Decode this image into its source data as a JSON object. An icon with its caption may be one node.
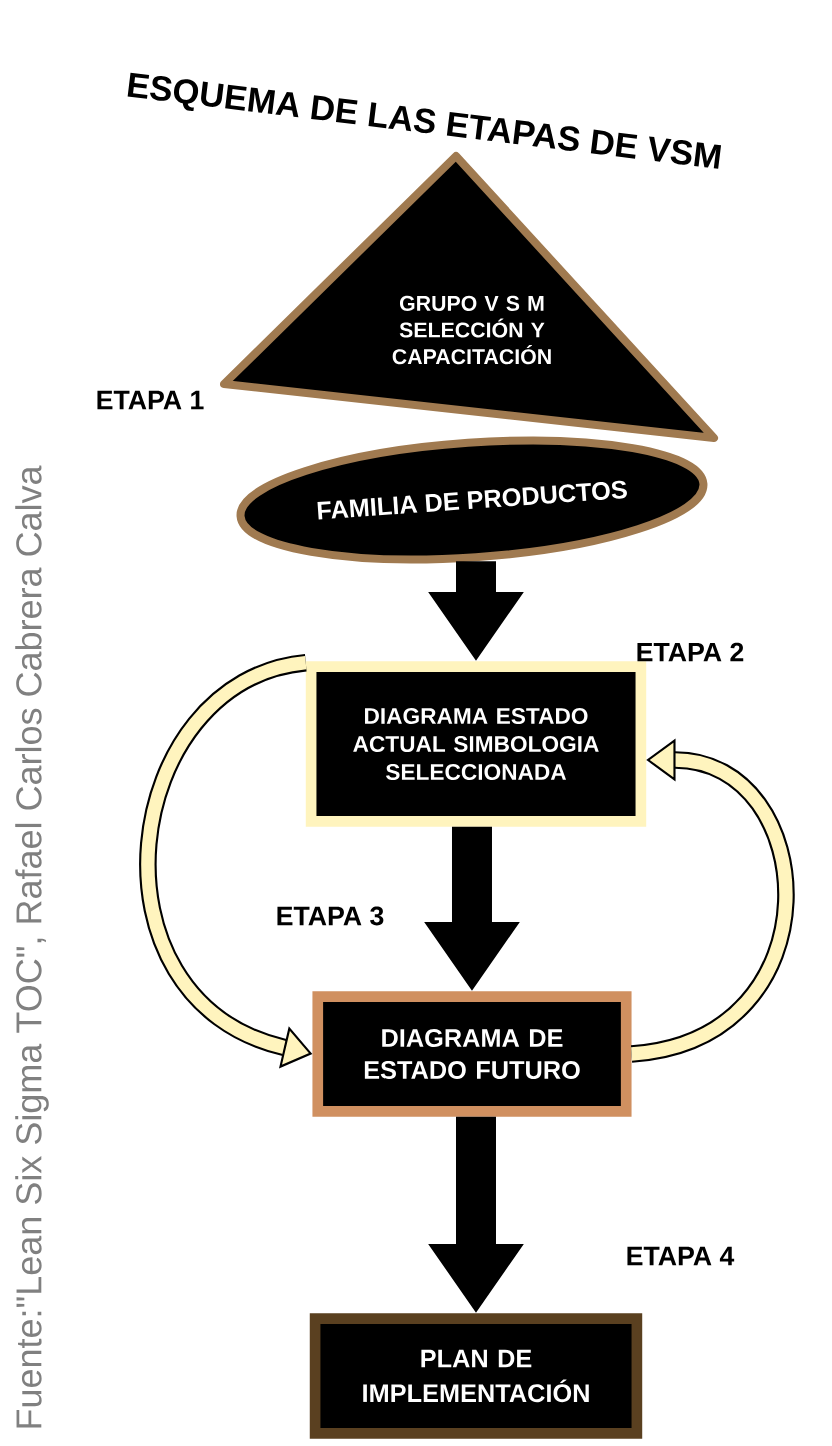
{
  "diagram": {
    "title": "ESQUEMA DE LAS ETAPAS DE VSM",
    "caption": "Fuente:\"Lean Six Sigma TOC\", Rafael Carlos Cabrera Calva",
    "nodes": [
      {
        "text": [
          "GRUPO V S M SELECCIÓN Y CAPACITACIÓN"
        ]
      },
      {
        "text": [
          "FAMILIA DE PRODUCTOS"
        ]
      },
      {
        "text": [
          "DIAGRAMA ESTADO ACTUAL SIMBOLOGIA SELECCIONADA"
        ]
      },
      {
        "text": [
          "DIAGRAMA DE ESTADO FUTURO"
        ]
      },
      {
        "text": [
          "PLAN DE IMPLEMENTACIÓN"
        ]
      }
    ],
    "edges": [
      {
        "from": 1,
        "to": 2,
        "arrow": "to"
      },
      {
        "from": 2,
        "to": 3,
        "arrow": "to"
      },
      {
        "from": 3,
        "to": 4,
        "arrow": "to"
      },
      {
        "from": 2,
        "to": 3,
        "arrow": "to"
      },
      {
        "from": 3,
        "to": 2,
        "arrow": "to"
      }
    ],
    "labels": [
      "ETAPA 1",
      "ETAPA 2",
      "ETAPA 3",
      "ETAPA 4"
    ]
  }
}
